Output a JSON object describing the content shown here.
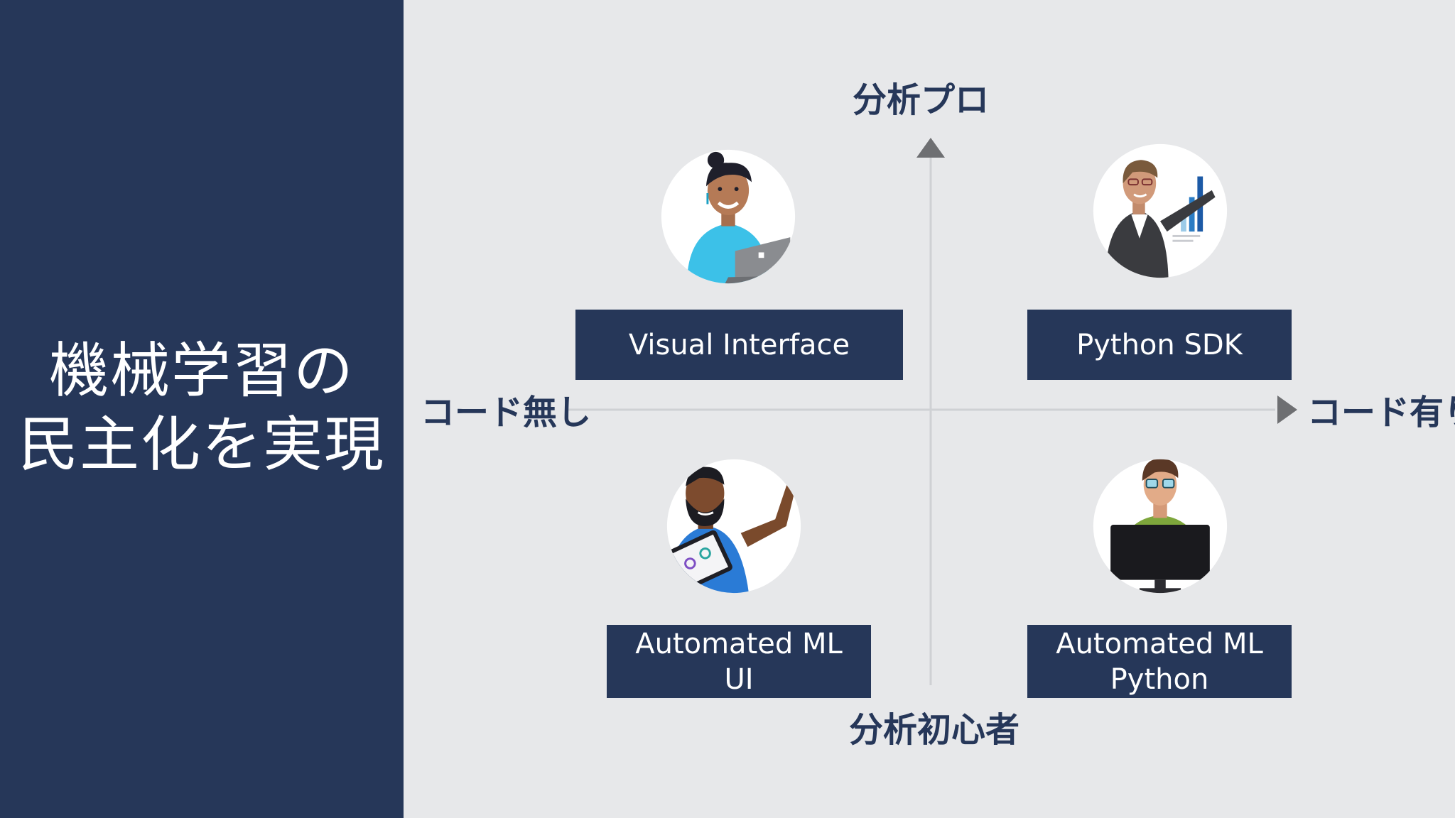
{
  "slide": {
    "title_line1": "機械学習の",
    "title_line2": "民主化を実現"
  },
  "axes": {
    "top": "分析プロ",
    "bottom": "分析初心者",
    "left": "コード無し",
    "right": "コード有り"
  },
  "quadrants": {
    "top_left": {
      "label": "Visual Interface",
      "avatar": "woman-with-laptop"
    },
    "top_right": {
      "label": "Python SDK",
      "avatar": "woman-presenting-chart"
    },
    "bottom_left": {
      "label_line1": "Automated ML",
      "label_line2": "UI",
      "avatar": "man-with-tablet-pointing"
    },
    "bottom_right": {
      "label_line1": "Automated ML",
      "label_line2": "Python",
      "avatar": "man-at-monitor"
    }
  },
  "colors": {
    "navy": "#263759",
    "background": "#e7e8ea",
    "axis": "#cfd1d4",
    "arrow": "#6e6f72"
  }
}
